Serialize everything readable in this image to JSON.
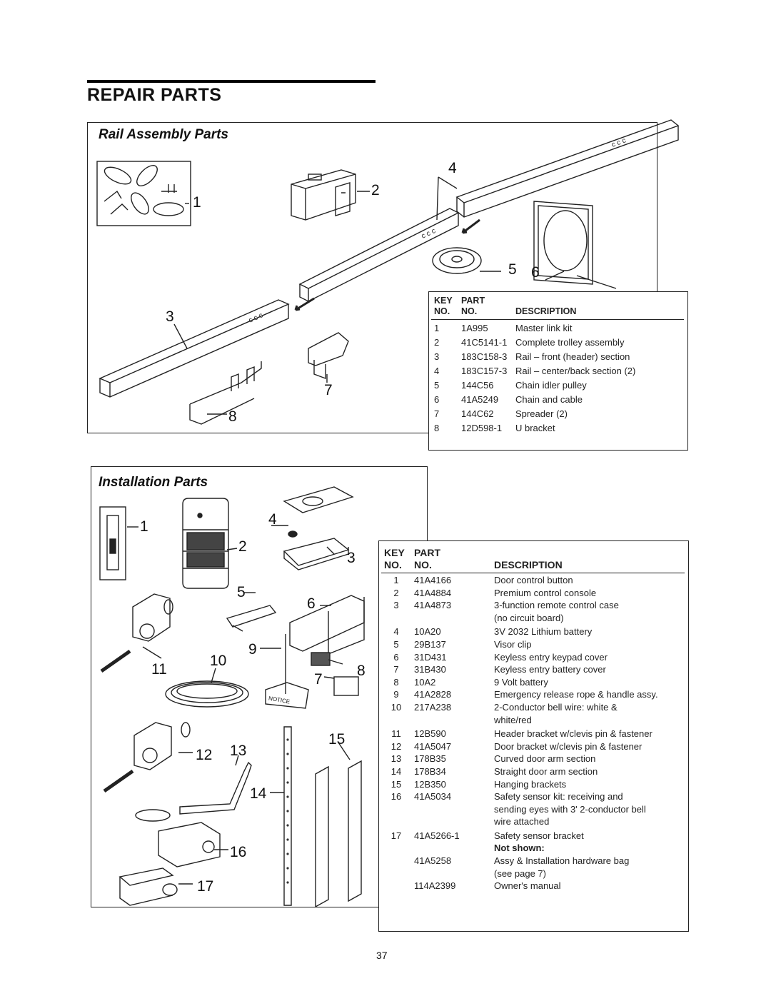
{
  "page": {
    "title": "REPAIR PARTS",
    "page_number": "37"
  },
  "rail_section": {
    "title": "Rail Assembly Parts",
    "callouts": [
      "1",
      "2",
      "3",
      "4",
      "5",
      "6",
      "7",
      "8"
    ],
    "table": {
      "header": {
        "key_1": "KEY",
        "key_2": "NO.",
        "part_1": "PART",
        "part_2": "NO.",
        "desc": "DESCRIPTION"
      },
      "rows": [
        {
          "key": "1",
          "part": "1A995",
          "desc": "Master link kit"
        },
        {
          "key": "2",
          "part": "41C5141-1",
          "desc": "Complete trolley assembly"
        },
        {
          "key": "3",
          "part": "183C158-3",
          "desc": "Rail – front (header) section"
        },
        {
          "key": "4",
          "part": "183C157-3",
          "desc": "Rail – center/back section (2)"
        },
        {
          "key": "5",
          "part": "144C56",
          "desc": "Chain idler pulley"
        },
        {
          "key": "6",
          "part": "41A5249",
          "desc": "Chain and cable"
        },
        {
          "key": "7",
          "part": "144C62",
          "desc": "Spreader (2)"
        },
        {
          "key": "8",
          "part": "12D598-1",
          "desc": "U bracket"
        }
      ]
    }
  },
  "install_section": {
    "title": "Installation Parts",
    "callouts": [
      "1",
      "2",
      "3",
      "4",
      "5",
      "6",
      "7",
      "8",
      "9",
      "10",
      "11",
      "12",
      "13",
      "14",
      "15",
      "16",
      "17"
    ],
    "notice_label": "NOTICE",
    "table": {
      "header": {
        "key_1": "KEY",
        "key_2": "NO.",
        "part_1": "PART",
        "part_2": "NO.",
        "desc": "DESCRIPTION"
      },
      "rows": [
        {
          "key": "1",
          "part": "41A4166",
          "desc": [
            "Door control button"
          ]
        },
        {
          "key": "2",
          "part": "41A4884",
          "desc": [
            "Premium control console"
          ]
        },
        {
          "key": "3",
          "part": "41A4873",
          "desc": [
            "3-function remote control case",
            "(no circuit board)"
          ]
        },
        {
          "key": "4",
          "part": "10A20",
          "desc": [
            "3V 2032 Lithium battery"
          ]
        },
        {
          "key": "5",
          "part": "29B137",
          "desc": [
            "Visor clip"
          ]
        },
        {
          "key": "6",
          "part": "31D431",
          "desc": [
            "Keyless entry keypad cover"
          ]
        },
        {
          "key": "7",
          "part": "31B430",
          "desc": [
            "Keyless entry battery cover"
          ]
        },
        {
          "key": "8",
          "part": "10A2",
          "desc": [
            "9 Volt battery"
          ]
        },
        {
          "key": "9",
          "part": "41A2828",
          "desc": [
            "Emergency release rope & handle assy."
          ]
        },
        {
          "key": "10",
          "part": "217A238",
          "desc": [
            "2-Conductor bell wire: white &",
            "white/red"
          ]
        },
        {
          "key": "11",
          "part": "12B590",
          "desc": [
            "Header bracket w/clevis pin & fastener"
          ]
        },
        {
          "key": "12",
          "part": "41A5047",
          "desc": [
            "Door bracket w/clevis pin & fastener"
          ]
        },
        {
          "key": "13",
          "part": "178B35",
          "desc": [
            "Curved door arm section"
          ]
        },
        {
          "key": "14",
          "part": "178B34",
          "desc": [
            "Straight door arm section"
          ]
        },
        {
          "key": "15",
          "part": "12B350",
          "desc": [
            "Hanging brackets"
          ]
        },
        {
          "key": "16",
          "part": "41A5034",
          "desc": [
            "Safety sensor kit: receiving and",
            "sending eyes with 3' 2-conductor bell",
            "wire attached"
          ]
        },
        {
          "key": "17",
          "part": "41A5266-1",
          "desc": [
            "Safety sensor bracket"
          ]
        }
      ],
      "not_shown_label": "Not shown:",
      "not_shown_rows": [
        {
          "part": "41A5258",
          "desc": [
            "Assy & Installation hardware bag",
            "(see page 7)"
          ]
        },
        {
          "part": "114A2399",
          "desc": [
            "Owner's manual"
          ]
        }
      ]
    }
  }
}
